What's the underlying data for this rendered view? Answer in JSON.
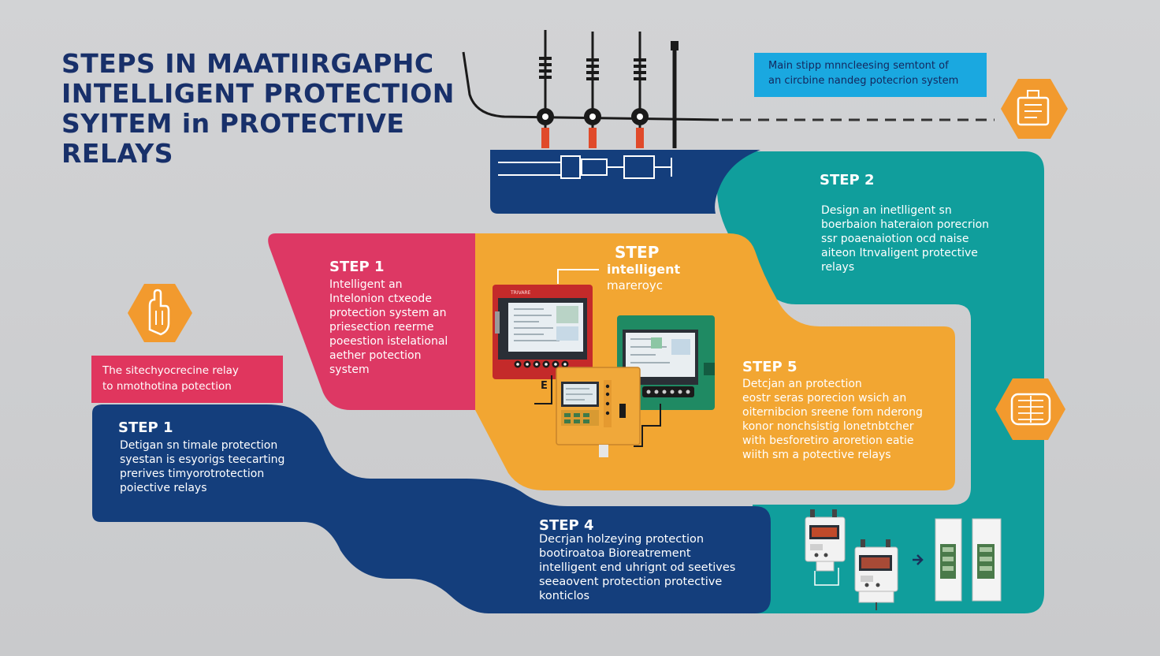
{
  "title": {
    "lines": [
      "STEPS IN MAATIIRGAPHC",
      "INTELLIGENT PROTECTION",
      "SYITEM in PROTECTIVE",
      "RELAYS"
    ]
  },
  "callout": {
    "lines": [
      "Main stipp mnncleesing semtont of",
      "an circbine nandeg potecrion system"
    ]
  },
  "note": {
    "lines": [
      "The sitechyocrecine relay",
      "to nmothotina potection"
    ]
  },
  "steps": {
    "step2": {
      "label": "STEP 2",
      "lines": [
        "Design an inetlligent sn",
        "boerbaion hateraion porecrion",
        "ssr poaenaiotion ocd naise",
        "aiteon Itnvaligent protective",
        "relays"
      ]
    },
    "step1_pink": {
      "label": "STEP 1",
      "lines": [
        "Intelligent an",
        "Intelonion ctxeode",
        "protection system an",
        "priesection reerme",
        "poeestion istelational",
        "aether potection",
        "system"
      ]
    },
    "step_center": {
      "label": "STEP",
      "lines": [
        "intelligent",
        "mareroyc"
      ]
    },
    "step5": {
      "label": "STEP 5",
      "lines": [
        "Detcjan an protection",
        "eostr seras porecion wsich an",
        "oiternibcion sreene fom nderong",
        "konor nonchsistig lonetnbtcher",
        "with besforetiro aroretion eatie",
        "wiith sm a potective relays"
      ]
    },
    "step1_blue": {
      "label": "STEP 1",
      "lines": [
        "Detigan sn timale protection",
        "syestan is esyorigs teecarting",
        "prerives timyorotrotection",
        "poiective relays"
      ]
    },
    "step4": {
      "label": "STEP 4",
      "lines": [
        "Decrjan holzeying protection",
        "bootiroatoa Bioreatrement",
        "intelligent end uhrignt od seetives",
        "seeaovent protection protective",
        "konticlos"
      ]
    }
  },
  "device_labels": {
    "relay_small_a": "E",
    "relay_red_brand": "TRIVARE"
  },
  "colors": {
    "navy": "#143e7c",
    "teal": "#109e9c",
    "pink": "#dd3864",
    "orange": "#f2a632",
    "cyan": "#1aa8e0",
    "title": "#18306a"
  },
  "icons": [
    "document-hex-icon",
    "hand-hex-icon",
    "circuit-hex-icon"
  ]
}
